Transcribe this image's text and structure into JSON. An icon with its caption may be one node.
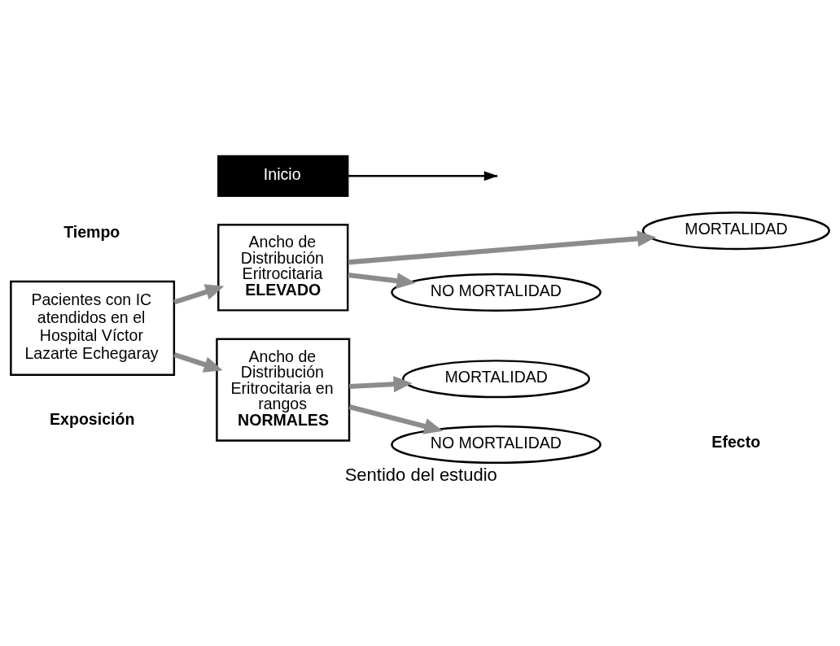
{
  "diagram": {
    "caption": "Sentido del estudio",
    "nodes": [
      {
        "text": [
          "Inicio"
        ]
      },
      {
        "text": [
          "Pacientes con IC atendidos en el Hospital Víctor Lazarte Echegaray"
        ]
      },
      {
        "text": [
          "Ancho de Distribución Eritrocitaria",
          "ELEVADO"
        ]
      },
      {
        "text": [
          "MORTALIDAD"
        ]
      },
      {
        "text": [
          "NO MORTALIDAD"
        ]
      },
      {
        "text": [
          "Ancho de Distribución Eritrocitaria en rangos",
          "NORMALES"
        ]
      },
      {
        "text": [
          "MORTALIDAD"
        ]
      },
      {
        "text": [
          "NO MORTALIDAD"
        ]
      }
    ],
    "edges": [
      {
        "from": 0,
        "to": null,
        "arrow": "to",
        "color": "#000000"
      },
      {
        "from": 1,
        "to": 2,
        "arrow": "to"
      },
      {
        "from": 1,
        "to": 5,
        "arrow": "to"
      },
      {
        "from": 2,
        "to": 3,
        "arrow": "to"
      },
      {
        "from": 2,
        "to": 4,
        "arrow": "to"
      },
      {
        "from": 5,
        "to": 6,
        "arrow": "to"
      },
      {
        "from": 5,
        "to": 7,
        "arrow": "to"
      }
    ],
    "labels": [
      "Tiempo",
      "Exposición",
      "Efecto"
    ]
  }
}
